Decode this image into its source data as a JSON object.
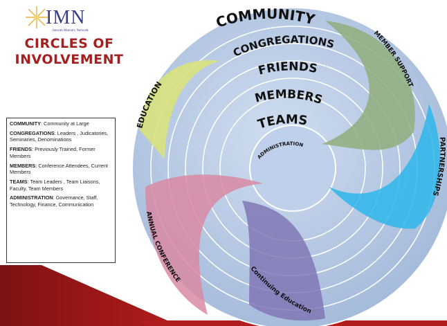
{
  "logo": {
    "abbrev": "IMN",
    "network_name": "Interim Ministry Network",
    "title_line1": "CIRCLES OF",
    "title_line2": "INVOLVEMENT",
    "icon": "star-icon"
  },
  "rings": {
    "community": "COMMUNITY",
    "congregations": "CONGREGATIONS",
    "friends": "FRIENDS",
    "members": "MEMBERS",
    "teams": "TEAMS",
    "administration": "ADMINISTRATION"
  },
  "arcs": {
    "education": "EDUCATION",
    "member_support": "MEMBER SUPPORT",
    "partnerships": "PARTNERSHIPS",
    "annual_conference": "ANNUAL CONFERENCE",
    "continuing_education": "Continuing Education"
  },
  "legend": [
    {
      "term": "COMMUNITY",
      "desc": ": Community at Large"
    },
    {
      "term": "CONGREGATIONS",
      "desc": ": Leaders , Judicatories, Seminaries, Denominations"
    },
    {
      "term": "FRIENDS",
      "desc": ": Previously Trained, Former Members"
    },
    {
      "term": "MEMBERS",
      "desc": ": Conference Attendees, Current Members"
    },
    {
      "term": "TEAMS",
      "desc": ": Team Leaders , Team Liaisons, Faculty, Team Members"
    },
    {
      "term": "ADMINISTRATION",
      "desc": ": Governance, Staff, Technology, Finance, Communication"
    }
  ],
  "colors": {
    "ring_fill": "#b9cbe6",
    "ring_stroke": "#ffffff",
    "education": "#d9e27a",
    "member_support": "#8fae7c",
    "partnerships": "#2fb6ea",
    "annual_conference": "#d88aa3",
    "continuing_education": "#7f74b3",
    "brand_red": "#a41f1f"
  }
}
